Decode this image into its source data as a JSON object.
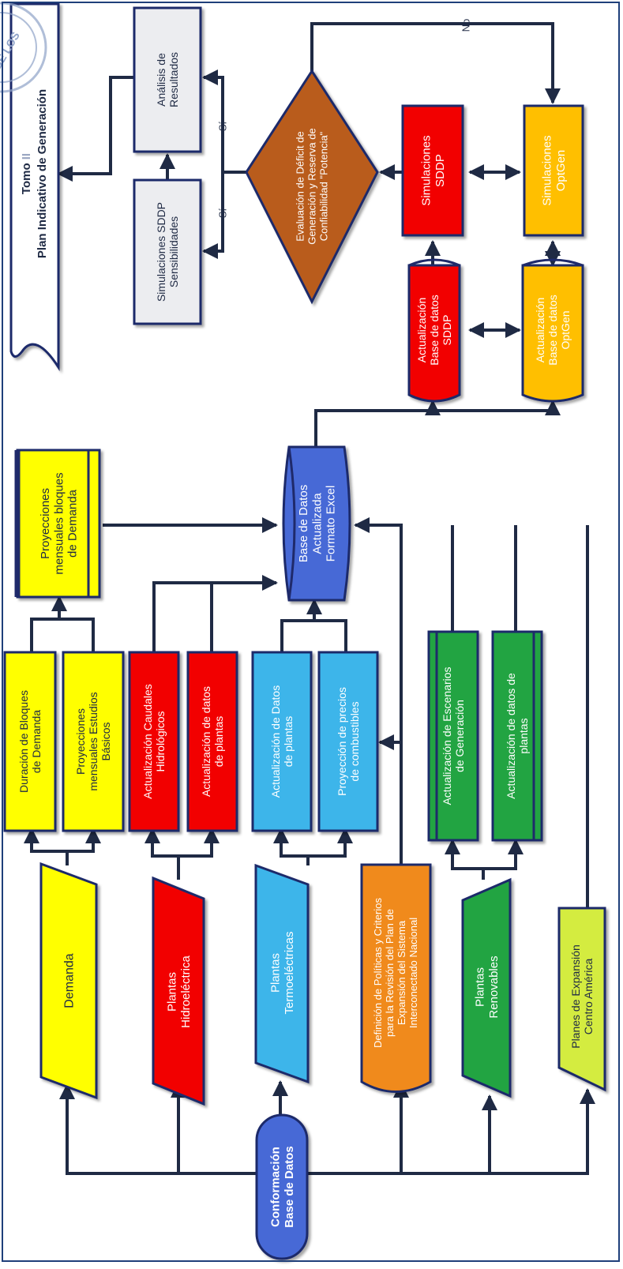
{
  "header": {
    "tomo_label": "Tomo",
    "tomo_number": "II",
    "plan_title": "Plan Indicativo de Generación",
    "seal_text": "DE LOS"
  },
  "start_node": [
    "Conformación",
    "Base de Datos"
  ],
  "inputs": {
    "demanda": [
      "Demanda"
    ],
    "hidro": [
      "Plantas",
      "Hidroeléctrica"
    ],
    "termo": [
      "Plantas",
      "Termoeléctricas"
    ],
    "politicas": [
      "Definición de Políticas y Criterios",
      "para la Revisión del Plan de",
      "Expansión del Sistema",
      "Interconectado Nacional"
    ],
    "renovables": [
      "Plantas",
      "Renovables"
    ],
    "planes": [
      "Planes de Expansión",
      "Centro América"
    ]
  },
  "processes": {
    "duracion": [
      "Duración de Bloques",
      "de Demanda"
    ],
    "proy_estudios": [
      "Proyecciones",
      "mensuales Estudios",
      "Básicos"
    ],
    "caudales": [
      "Actualización Caudales",
      "Hidrológicos"
    ],
    "datos_hidro": [
      "Actualización de datos",
      "de plantas"
    ],
    "datos_termo": [
      "Actualización de Datos",
      "de plantas"
    ],
    "combustibles": [
      "Proyección de precios",
      "de combustibles"
    ],
    "escenarios": [
      "Actualización de Escenarios",
      "de Generación"
    ],
    "datos_renov": [
      "Actualización de datos de",
      "plantas"
    ],
    "proy_bloques": [
      "Proyecciones",
      "mensuales bloques",
      "de Demanda"
    ]
  },
  "databases": {
    "excel": [
      "Base de Datos",
      "Actualizada",
      "Formato Excel"
    ],
    "sddp_db": [
      "Actualización",
      "Base de datos",
      "SDDP"
    ],
    "optgen_db": [
      "Actualización",
      "Base de datos",
      "OptGen"
    ]
  },
  "simulations": {
    "sddp": [
      "Simulaciones",
      "SDDP"
    ],
    "optgen": [
      "Simulaciones",
      "OptGen"
    ],
    "sensibilidades": [
      "Simulaciones SDDP",
      "Sensibilidades"
    ],
    "analisis": [
      "Análisis de",
      "Resultados"
    ]
  },
  "decision": [
    "Evaluación de Déficit de",
    "Generación y Reserva de",
    "Confiabilidad \"Potencia\""
  ],
  "edge_labels": {
    "si_1": "Sí",
    "si_2": "Sí",
    "no": "No"
  },
  "colors": {
    "yellow": "#ffff00",
    "red": "#f20000",
    "light_blue": "#3db5ea",
    "orange": "#f08a1c",
    "green": "#21a443",
    "lime": "#d4ec3f",
    "navy": "#1f2a6b",
    "db_blue": "#4669d6",
    "brown": "#b95c1e",
    "amber": "#ffbf00",
    "gray_box": "#ecedf0"
  }
}
